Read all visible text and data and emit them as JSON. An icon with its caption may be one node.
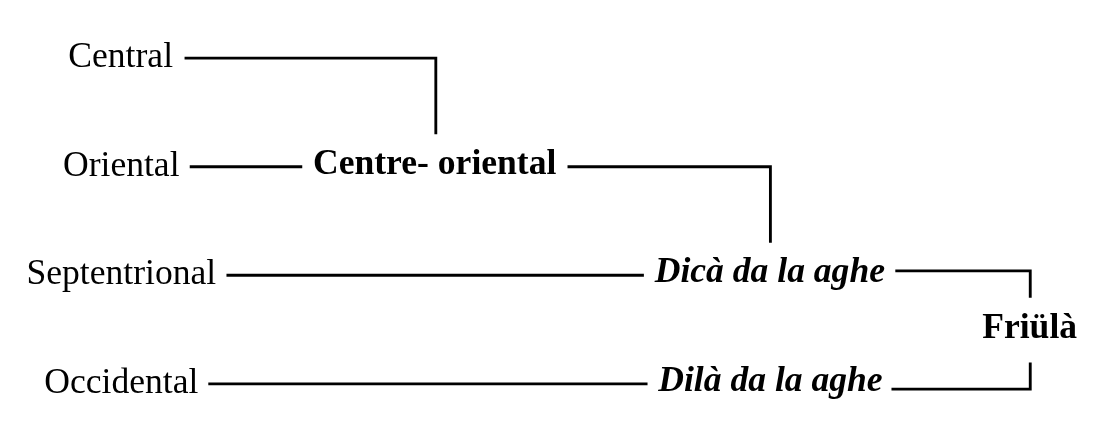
{
  "diagram": {
    "nodes": [
      {
        "text": [
          "Septentrional"
        ]
      },
      {
        "text": [
          "Central"
        ]
      },
      {
        "text": [
          "Oriental"
        ]
      },
      {
        "text": [
          "Occidental"
        ]
      },
      {
        "text": [
          "Centre- oriental"
        ]
      },
      {
        "text": [
          "Dicà da la aghe"
        ]
      },
      {
        "text": [
          "Dilà da la aghe"
        ]
      },
      {
        "text": [
          "Friülà"
        ]
      }
    ],
    "edges": [
      {
        "from": 0,
        "to": 5,
        "arrow": "none"
      },
      {
        "from": 1,
        "to": 4,
        "arrow": "none"
      },
      {
        "from": 2,
        "to": 4,
        "arrow": "none"
      },
      {
        "from": 4,
        "to": 5,
        "arrow": "none"
      },
      {
        "from": 3,
        "to": 6,
        "arrow": "none"
      },
      {
        "from": 5,
        "to": 7,
        "arrow": "none"
      },
      {
        "from": 6,
        "to": 7,
        "arrow": "none"
      }
    ]
  }
}
